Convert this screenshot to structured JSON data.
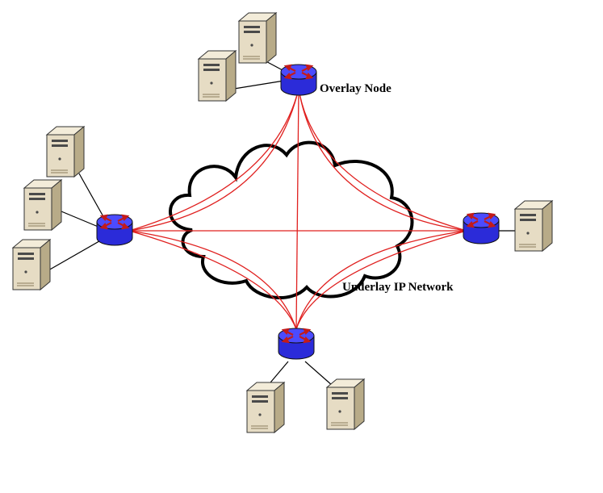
{
  "diagram": {
    "labels": {
      "overlay_node": "Overlay Node",
      "underlay_network": "Underlay IP Network"
    },
    "colors": {
      "overlay_link": "#e0201f",
      "router_body": "#2b2bd9",
      "router_top": "#4b4bff",
      "server_body": "#e6dcc4",
      "server_shade": "#b8ab88",
      "cloud_outline": "#000000"
    },
    "routers": [
      {
        "id": "top",
        "icon": "router-icon"
      },
      {
        "id": "left",
        "icon": "router-icon"
      },
      {
        "id": "right",
        "icon": "router-icon"
      },
      {
        "id": "bottom",
        "icon": "router-icon"
      }
    ],
    "servers": [
      {
        "attached_to": "top",
        "icon": "server-icon"
      },
      {
        "attached_to": "top",
        "icon": "server-icon"
      },
      {
        "attached_to": "left",
        "icon": "server-icon"
      },
      {
        "attached_to": "left",
        "icon": "server-icon"
      },
      {
        "attached_to": "left",
        "icon": "server-icon"
      },
      {
        "attached_to": "right",
        "icon": "server-icon"
      },
      {
        "attached_to": "bottom",
        "icon": "server-icon"
      },
      {
        "attached_to": "bottom",
        "icon": "server-icon"
      }
    ]
  }
}
